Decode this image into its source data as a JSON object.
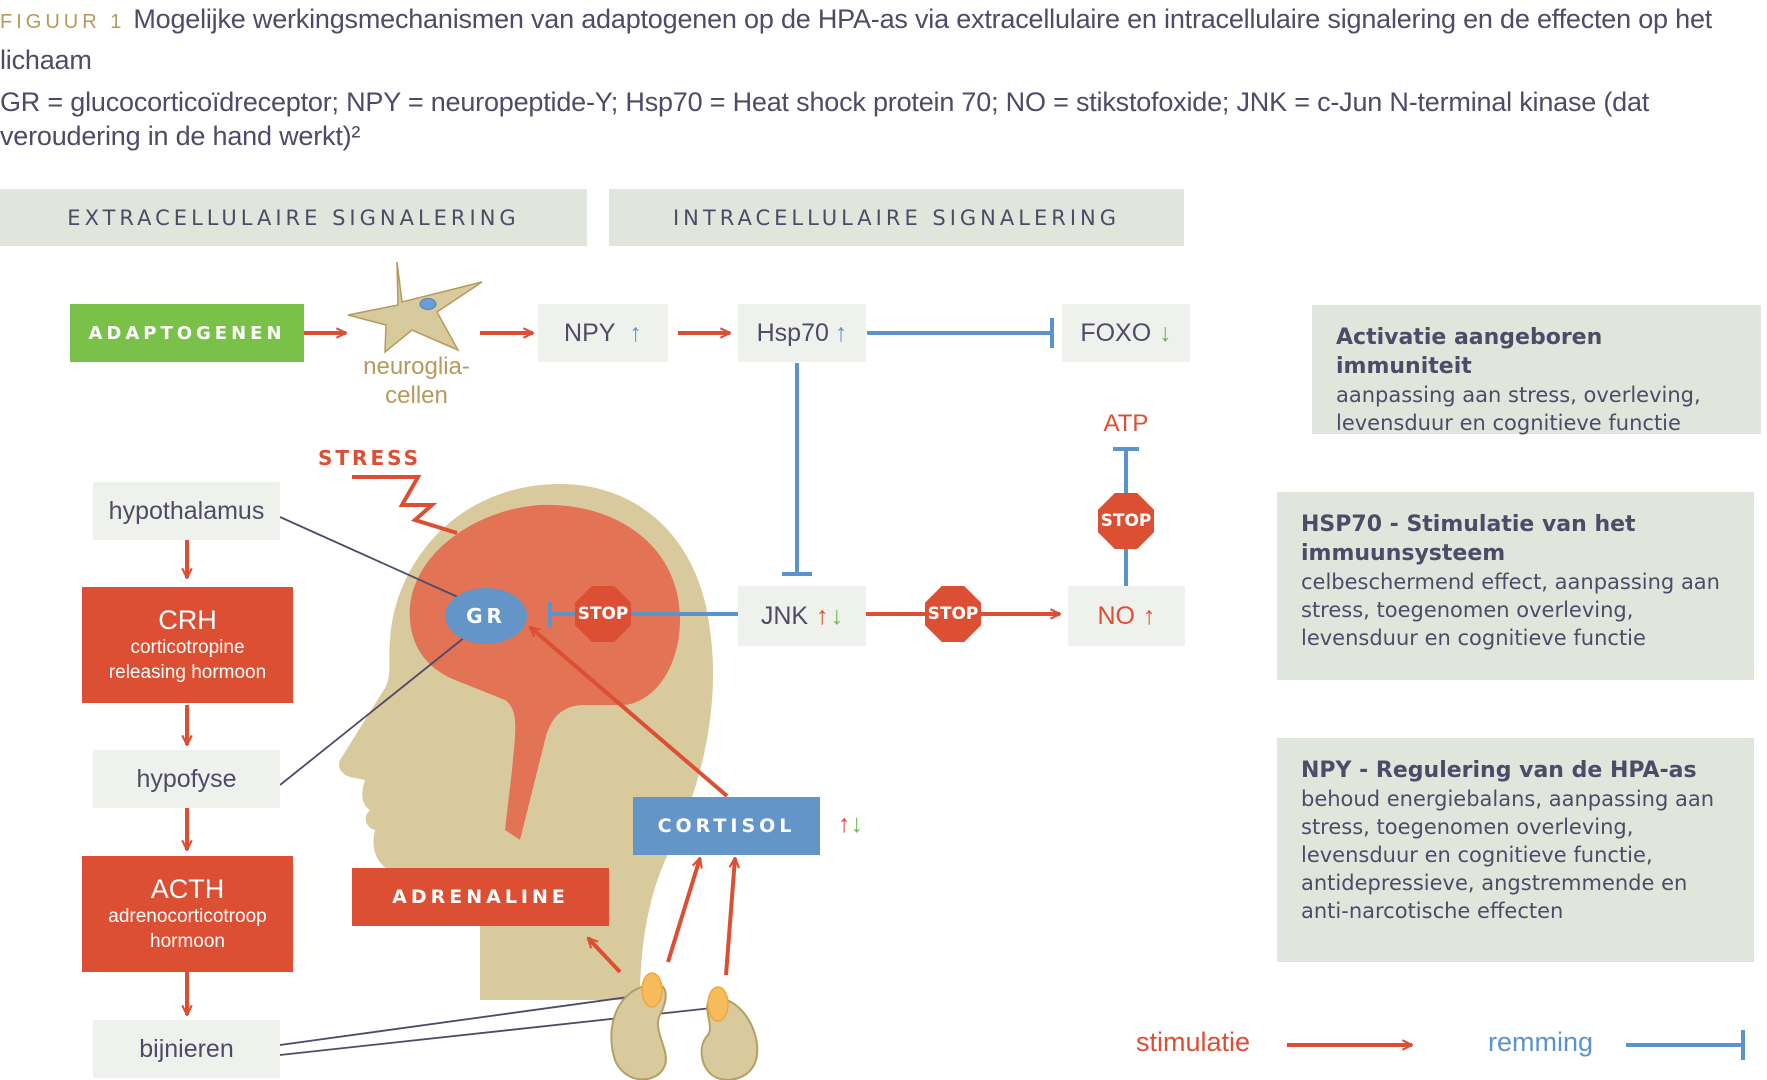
{
  "caption": {
    "label": "FIGUUR 1",
    "title": "Mogelijke werkingsmechanismen van adaptogenen op de HPA-as via extracellulaire en intracellulaire signalering en de effecten op het lichaam",
    "abbreviations": "GR = glucocorticoïdreceptor; NPY = neuropeptide-Y; Hsp70 = Heat shock protein 70; NO = stikstofoxide; JNK = c-Jun N-terminal kinase (dat veroudering in de hand werkt)²"
  },
  "headers": {
    "extracellular": "EXTRACELLULAIRE SIGNALERING",
    "intracellular": "INTRACELLULAIRE SIGNALERING"
  },
  "nodes": {
    "adaptogenen": "ADAPTOGENEN",
    "neuroglia": {
      "line1": "neuroglia-",
      "line2": "cellen"
    },
    "npy": {
      "label": "NPY",
      "arrow": "↑"
    },
    "hsp70": {
      "label": "Hsp70",
      "arrow": "↑"
    },
    "foxo": {
      "label": "FOXO",
      "arrow": "↓"
    },
    "atp": "ATP",
    "jnk": {
      "label": "JNK",
      "arrow_up": "↑",
      "arrow_down": "↓"
    },
    "no": {
      "label": "NO",
      "arrow": "↑"
    },
    "stress": "STRESS",
    "gr": "GR",
    "stop": "STOP",
    "cortisol": {
      "label": "CORTISOL",
      "arrow_up": "↑",
      "arrow_down": "↓"
    },
    "adrenaline": "ADRENALINE"
  },
  "hpa_axis": {
    "hypothalamus": "hypothalamus",
    "crh": {
      "title": "CRH",
      "line1": "corticotropine",
      "line2": "releasing hormoon"
    },
    "hypofyse": "hypofyse",
    "acth": {
      "title": "ACTH",
      "line1": "adrenocorticotroop",
      "line2": "hormoon"
    },
    "bijnieren": "bijnieren"
  },
  "effects": [
    {
      "title": "Activatie aangeboren immuniteit",
      "lines": [
        "aanpassing aan stress, overleving,",
        "levensduur en cognitieve functie"
      ]
    },
    {
      "title_lines": [
        "HSP70 - Stimulatie van het",
        "immuunsysteem"
      ],
      "lines": [
        "celbeschermend effect, aanpassing aan",
        "stress, toegenomen overleving,",
        "levensduur en cognitieve functie"
      ]
    },
    {
      "title": "NPY - Regulering van de HPA-as",
      "lines": [
        "behoud energiebalans, aanpassing aan",
        "stress, toegenomen overleving,",
        "levensduur en cognitieve functie,",
        "antidepressieve, angstremmende en",
        "anti-narcotische effecten"
      ]
    }
  ],
  "legend": {
    "stimulation": "stimulatie",
    "inhibition": "remming"
  },
  "colors": {
    "stimulation": "#dd4f33",
    "inhibition": "#5b94cc",
    "adaptogen": "#7ac14a",
    "panel": "#e1e6dc",
    "node": "#eff2ec",
    "text": "#4f4a68",
    "tan": "#d9ca9e",
    "gold": "#b69a5c"
  }
}
